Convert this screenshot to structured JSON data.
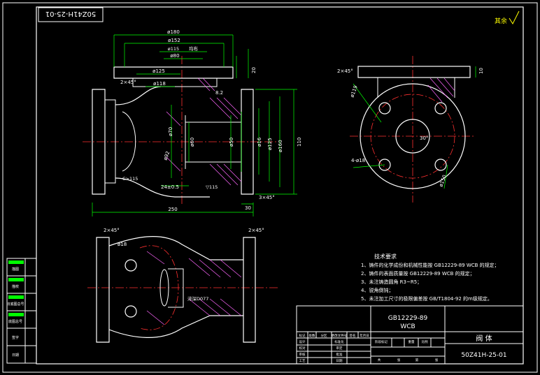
{
  "drawing_number": "50Z41H-25-01",
  "drawing_number_mirrored": "50Z41H-25-01",
  "roughness_note": "其余",
  "front_view": {
    "dims": {
      "d180": "ø180",
      "d152": "ø152",
      "d115": "ø115",
      "d115_suffix": "均布",
      "d80": "ø80",
      "d125": "ø125",
      "d118": "ø118",
      "ang_2x45": "2×45°",
      "d8_2": "8.2",
      "d20": "20",
      "d110": "110",
      "d70": "ø70",
      "d92": "ø92",
      "d60": "ø60",
      "d50": "ø50",
      "d125b": "ø125",
      "d160": "ø160",
      "d16": "ø16",
      "d24": "24±0.5",
      "c115": "C>115",
      "d115b": "▽115",
      "d3x45": "3×45°",
      "d30": "30",
      "d250": "250"
    }
  },
  "side_view": {
    "dims": {
      "ang": "2×45°",
      "d10": "10",
      "d119": "ø119",
      "d18": "4-ø18",
      "d30deg": "30°",
      "d150": "ø150"
    }
  },
  "section_view": {
    "dims": {
      "ang_l": "2×45°",
      "ang_r": "2×45°",
      "d18": "ø18",
      "note": "淬深D077"
    }
  },
  "tech_req": {
    "title": "技术要求",
    "items": [
      "1、铸件的化学成份和机械性能按 GB12229-89 WCB 的规定；",
      "2、铸件的表面质量按 GB12229-89 WCB 的规定；",
      "3、未注铸造圆角 R3~R5；",
      "4、锐角倒钝；",
      "5、未注加工尺寸的极限偏差按 GB/T1804-92 的m级规定。"
    ]
  },
  "title_block": {
    "material_line1": "GB12229-89",
    "material_line2": "WCB",
    "part_name": "阀  体",
    "drawing_no": "50Z41H-25-01",
    "rows_left": [
      "标记",
      "处数",
      "分区",
      "更改文件号",
      "签名",
      "年月日"
    ],
    "labels_col1": [
      "设计",
      "校对",
      "审核",
      "工艺"
    ],
    "labels_col2": [
      "标准化",
      "审定",
      "批准",
      "日期"
    ],
    "labels_mid": [
      "阶段标记",
      "重量",
      "比例"
    ],
    "labels_bottom": [
      "共",
      "张",
      "第",
      "张"
    ]
  },
  "left_strip": [
    "描图",
    "描校",
    "旧底图总号",
    "底图总号",
    "签字",
    "日期"
  ]
}
